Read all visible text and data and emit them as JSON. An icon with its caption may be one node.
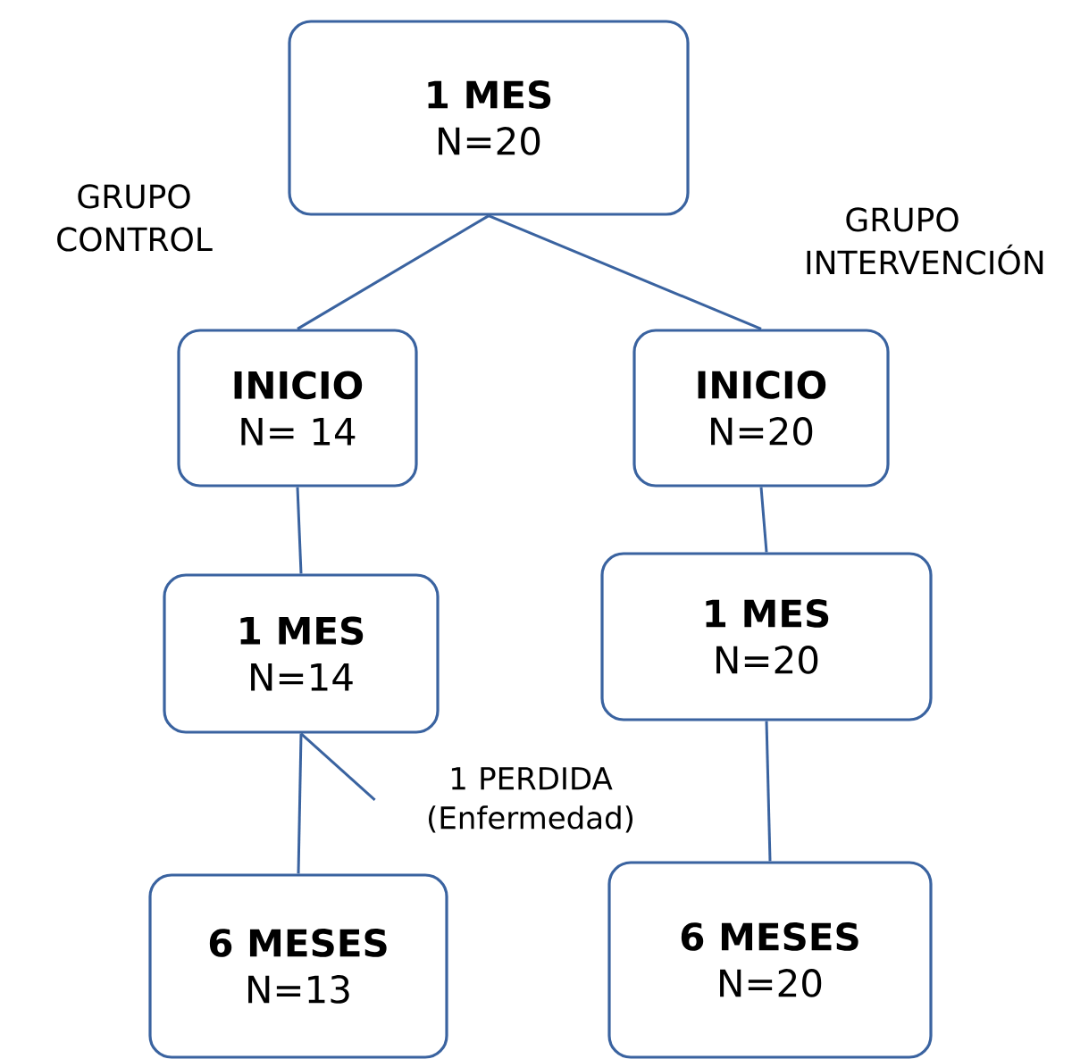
{
  "diagram": {
    "nodes": [
      {
        "text": [
          "1 MES",
          "N=20"
        ]
      },
      {
        "text": [
          "INICIO",
          "N= 14"
        ]
      },
      {
        "text": [
          "INICIO",
          "N=20"
        ]
      },
      {
        "text": [
          "1 MES",
          "N=14"
        ]
      },
      {
        "text": [
          "1 MES",
          "N=20"
        ]
      },
      {
        "text": [
          "6 MESES",
          "N=13"
        ]
      },
      {
        "text": [
          "6 MESES",
          "N=20"
        ]
      },
      {
        "text": [
          "1 PERDIDA (Enfermedad)"
        ]
      }
    ],
    "edges": [
      {
        "from": 0,
        "to": 1,
        "arrow": "none"
      },
      {
        "from": 0,
        "to": 2,
        "arrow": "none"
      },
      {
        "from": 1,
        "to": 3,
        "arrow": "none"
      },
      {
        "from": 2,
        "to": 4,
        "arrow": "none"
      },
      {
        "from": 3,
        "to": 5,
        "arrow": "none"
      },
      {
        "from": 3,
        "to": 7,
        "arrow": "none"
      },
      {
        "from": 4,
        "to": 6,
        "arrow": "none"
      }
    ],
    "labels": [
      "GRUPO CONTROL",
      "GRUPO INTERVENCIÓN"
    ]
  }
}
